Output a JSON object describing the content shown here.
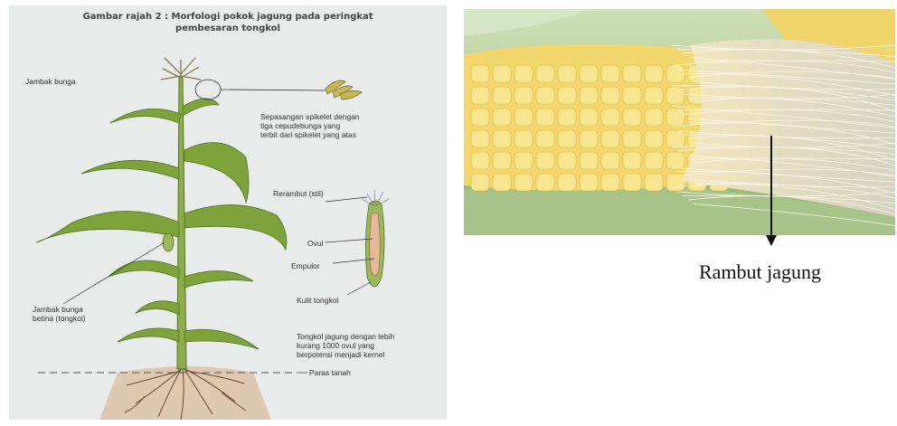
{
  "left_diagram": {
    "title_line1": "Gambar rajah 2 : Morfologi pokok jagung pada peringkat",
    "title_line2": "pembesaran tongkol",
    "labels": {
      "tassel": "Jambak bunga",
      "spikelet_pair": "Sepasangan spikelet dengan\ntiga cepudebunga yang\nterbit dari spikelet yang atas",
      "silk_style": "Rerambut (stil)",
      "ovule": "Ovul",
      "cob_core": "Empulor",
      "husk": "Kulit tongkol",
      "female_inflorescence": "Jambak bunga\nbetina (tongkol)",
      "cob_note": "Tongkol jagung dengan lebih\nkurang 1000 ovul yang\nberpotensi menjadi kernel",
      "ground_level": "Paras tanah"
    }
  },
  "right_photo": {
    "caption": "Rambut jagung"
  },
  "colors": {
    "leaf": "#7da33a",
    "leaf_dark": "#4f7420",
    "kernel": "#f2d86a",
    "silk": "#ece6cf",
    "soil": "#d9b89a"
  }
}
